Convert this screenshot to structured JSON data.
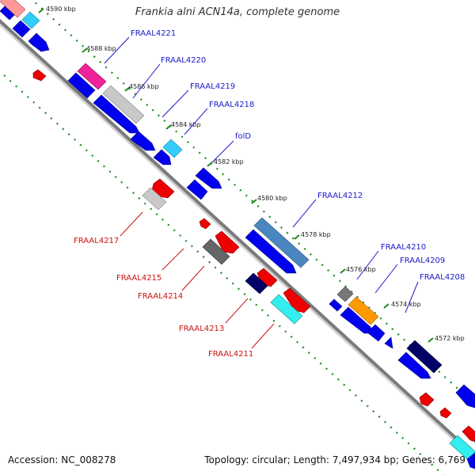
{
  "header": {
    "title": "Frankia alni ACN14a, complete genome"
  },
  "footer": {
    "accession": "Accession: NC_008278",
    "topology": "Topology: circular; Length: 7,497,934 bp; Genes: 6,769"
  },
  "kbp_ticks": [
    "4590 kbp",
    "4588 kbp",
    "4586 kbp",
    "4584 kbp",
    "4582 kbp",
    "4580 kbp",
    "4578 kbp",
    "4576 kbp",
    "4574 kbp",
    "4572 kbp"
  ],
  "forward_labels": [
    "FRAAL4221",
    "FRAAL4220",
    "FRAAL4219",
    "FRAAL4218",
    "folD",
    "FRAAL4212",
    "FRAAL4210",
    "FRAAL4209",
    "FRAAL4208"
  ],
  "reverse_labels": [
    "FRAAL4217",
    "FRAAL4215",
    "FRAAL4214",
    "FRAAL4213",
    "FRAAL4211"
  ],
  "colors": {
    "forward_label": "#1a1acc",
    "reverse_label": "#cc1111",
    "backbone": "#8a8a8a",
    "tick_dots": "#1a8a1a"
  }
}
